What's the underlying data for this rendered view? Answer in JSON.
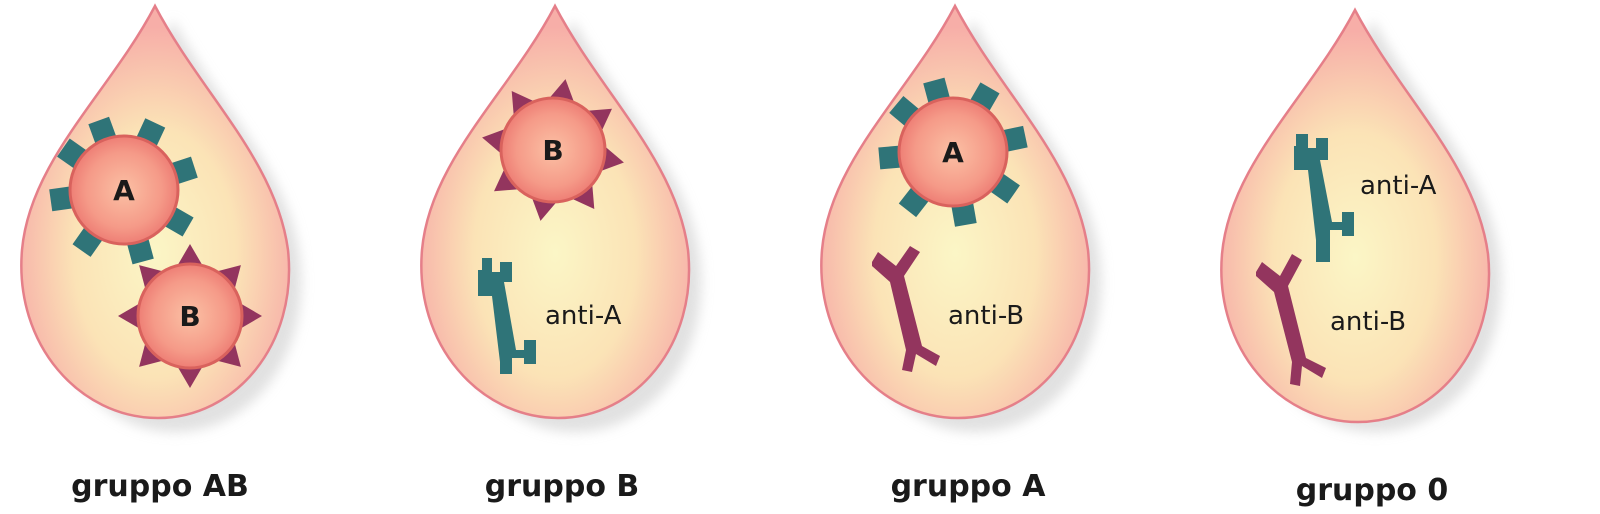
{
  "colors": {
    "drop_edge": "#e8838c",
    "drop_center": "#fbf4c2",
    "drop_outer": "#f9b7b0",
    "cell_fill": "#f48f84",
    "cell_edge": "#d7605c",
    "antigen_a": "#2f7478",
    "antigen_b": "#93355e",
    "shadow": "#cfcfcf"
  },
  "groups": [
    {
      "label": "gruppo AB",
      "cells": [
        {
          "label": "A",
          "antigen": "A"
        },
        {
          "label": "B",
          "antigen": "B"
        }
      ],
      "antibodies": []
    },
    {
      "label": "gruppo B",
      "cells": [
        {
          "label": "B",
          "antigen": "B"
        }
      ],
      "antibodies": [
        {
          "label": "anti-A",
          "type": "A"
        }
      ]
    },
    {
      "label": "gruppo A",
      "cells": [
        {
          "label": "A",
          "antigen": "A"
        }
      ],
      "antibodies": [
        {
          "label": "anti-B",
          "type": "B"
        }
      ]
    },
    {
      "label": "gruppo 0",
      "cells": [],
      "antibodies": [
        {
          "label": "anti-A",
          "type": "A"
        },
        {
          "label": "anti-B",
          "type": "B"
        }
      ]
    }
  ]
}
